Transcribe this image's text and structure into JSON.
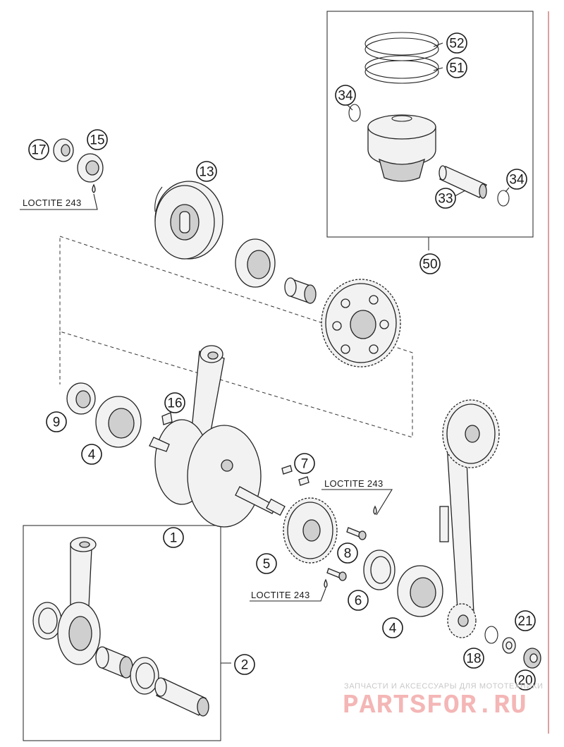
{
  "diagram": {
    "callouts": [
      "52",
      "51",
      "34",
      "34",
      "33",
      "50",
      "17",
      "15",
      "13",
      "16",
      "9",
      "4",
      "7",
      "1",
      "5",
      "8",
      "6",
      "4",
      "2",
      "21",
      "18",
      "20"
    ],
    "loctite_labels": [
      "LOCTITE 243",
      "LOCTITE 243",
      "LOCTITE 243"
    ]
  },
  "watermark": {
    "subtitle": "ЗАПЧАСТИ И АКСЕССУАРЫ ДЛЯ МОТОТЕХНИКИ",
    "brand": "PARTSFOR.RU",
    "color": "#f4b6b6"
  }
}
